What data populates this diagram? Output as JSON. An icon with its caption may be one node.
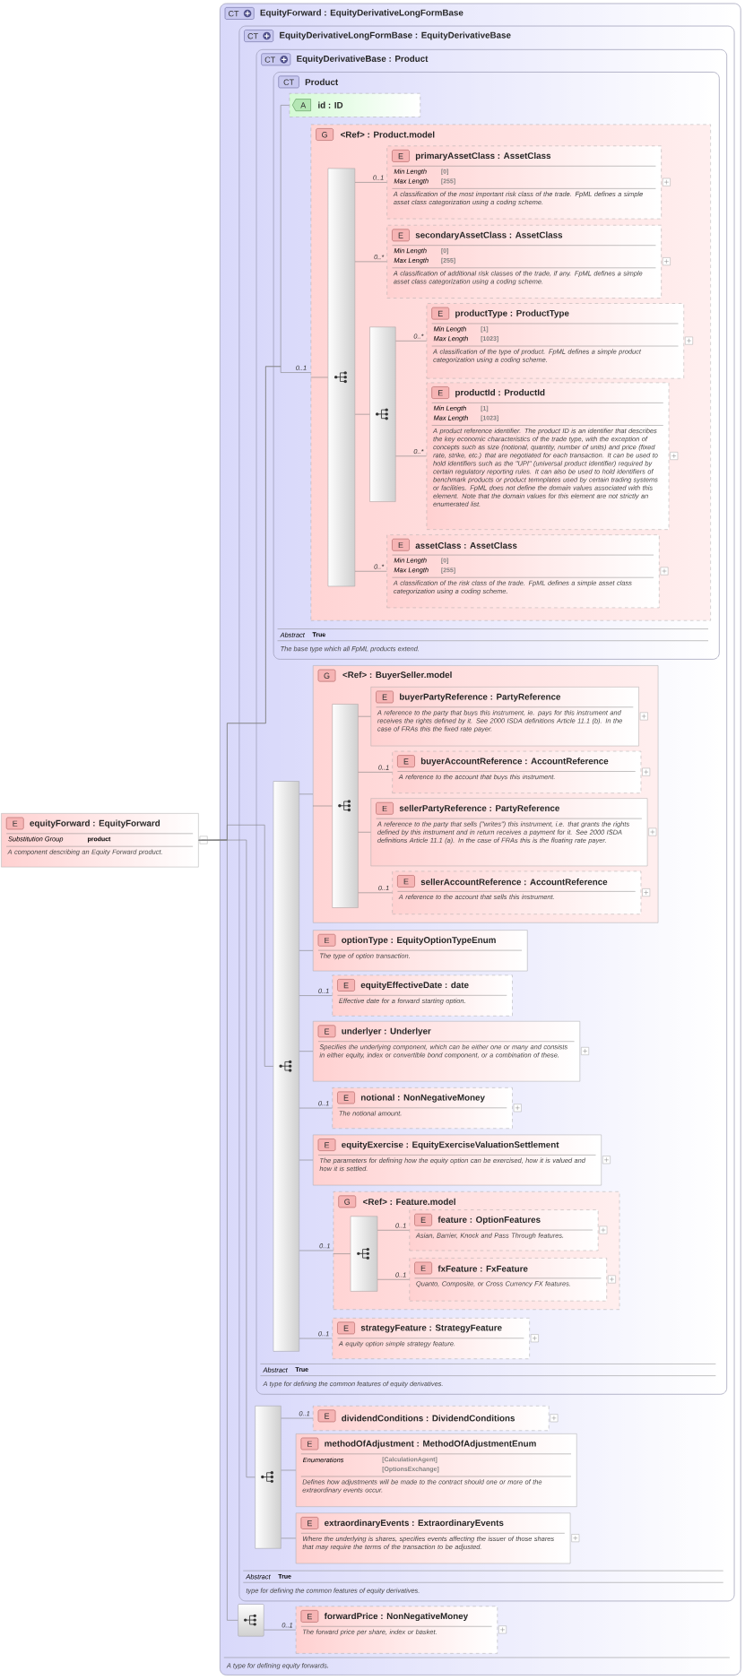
{
  "diagram": {
    "nodes": [
      {
        "text": [
          "E",
          "equityForward : EquityForward",
          "Substitution Group",
          "product",
          "A component describing an Equity Forward product."
        ]
      },
      {
        "text": [
          "CT",
          "EquityForward : EquityDerivativeLongFormBase",
          "A type for defining equity forwards."
        ]
      },
      {
        "text": [
          "CT",
          "EquityDerivativeLongFormBase : EquityDerivativeBase",
          "Abstract",
          "True",
          "type for defining the common features of equity derivatives."
        ],
        "in": 1
      },
      {
        "text": [
          "CT",
          "EquityDerivativeBase : Product",
          "Abstract",
          "True",
          "A type for defining the common features of equity derivatives."
        ],
        "in": 2
      },
      {
        "text": [
          "CT",
          "Product",
          "Abstract",
          "True",
          "The base type which all FpML products extend."
        ],
        "in": 3
      },
      {
        "text": [
          "A",
          "id : ID"
        ],
        "in": 4
      },
      {
        "text": [
          "G",
          "<Ref> : Product.model"
        ],
        "in": 4
      },
      {
        "text": [],
        "shape": "bar",
        "in": 6
      },
      {
        "text": [
          "E",
          "primaryAssetClass : AssetClass",
          "Min Length",
          "[0]",
          "Max Length",
          "[255]",
          "A classification of the most important risk class of the trade. FpML defines a simple asset class categorization using a coding scheme."
        ],
        "in": 6
      },
      {
        "text": [
          "E",
          "secondaryAssetClass : AssetClass",
          "Min Length",
          "[0]",
          "Max Length",
          "[255]",
          "A classification of additional risk classes of the trade, if any. FpML defines a simple asset class categorization using a coding scheme."
        ],
        "in": 6
      },
      {
        "text": [],
        "shape": "bar",
        "in": 6
      },
      {
        "text": [
          "E",
          "productType : ProductType",
          "Min Length",
          "[1]",
          "Max Length",
          "[1023]",
          "A classification of the type of product. FpML defines a simple product categorization using a coding scheme."
        ],
        "in": 6
      },
      {
        "text": [
          "E",
          "productId : ProductId",
          "Min Length",
          "[1]",
          "Max Length",
          "[1023]",
          "A product reference identifier. The product ID is an identifier that describes the key economic characteristics of the trade type, with the exception of concepts such as size (notional, quantity, number of units) and price (fixed rate, strike, etc.) that are negotiated for each transaction. It can be used to hold identifiers such as the \"UPI\" (universal product identifier) required by certain regulatory reporting rules. It can also be used to hold identifiers of benchmark products or product temnplates used by certain trading systems or facilities. FpML does not define the domain values associated with this element. Note that the domain values for this element are not strictly an enumerated list."
        ],
        "in": 6
      },
      {
        "text": [
          "E",
          "assetClass : AssetClass",
          "Min Length",
          "[0]",
          "Max Length",
          "[255]",
          "A classification of the risk class of the trade. FpML defines a simple asset class categorization using a coding scheme."
        ],
        "in": 6
      },
      {
        "text": [],
        "shape": "bar",
        "in": 3
      },
      {
        "text": [
          "G",
          "<Ref> : BuyerSeller.model"
        ],
        "in": 3
      },
      {
        "text": [],
        "shape": "bar",
        "in": 15
      },
      {
        "text": [
          "E",
          "buyerPartyReference : PartyReference",
          "A reference to the party that buys this instrument, ie. pays for this instrument and receives the rights defined by it. See 2000 ISDA definitions Article 11.1 (b). In the case of FRAs this the fixed rate payer."
        ],
        "in": 15
      },
      {
        "text": [
          "E",
          "buyerAccountReference : AccountReference",
          "A reference to the account that buys this instrument."
        ],
        "in": 15
      },
      {
        "text": [
          "E",
          "sellerPartyReference : PartyReference",
          "A reference to the party that sells (\"writes\") this instrument, i.e. that grants the rights defined by this instrument and in return receives a payment for it. See 2000 ISDA definitions Article 11.1 (a). In the case of FRAs this is the floating rate payer."
        ],
        "in": 15
      },
      {
        "text": [
          "E",
          "sellerAccountReference : AccountReference",
          "A reference to the account that sells this instrument."
        ],
        "in": 15
      },
      {
        "text": [
          "E",
          "optionType : EquityOptionTypeEnum",
          "The type of option transaction."
        ],
        "in": 3
      },
      {
        "text": [
          "E",
          "equityEffectiveDate : date",
          "Effective date for a forward starting option."
        ],
        "in": 3
      },
      {
        "text": [
          "E",
          "underlyer : Underlyer",
          "Specifies the underlying component, which can be either one or many and consists in either equity, index or convertible bond component, or a combination of these."
        ],
        "in": 3
      },
      {
        "text": [
          "E",
          "notional : NonNegativeMoney",
          "The notional amount."
        ],
        "in": 3
      },
      {
        "text": [
          "E",
          "equityExercise : EquityExerciseValuationSettlement",
          "The parameters for defining how the equity option can be exercised, how it is valued and how it is settled."
        ],
        "in": 3
      },
      {
        "text": [
          "G",
          "<Ref> : Feature.model"
        ],
        "in": 3
      },
      {
        "text": [],
        "shape": "bar",
        "in": 26
      },
      {
        "text": [
          "E",
          "feature : OptionFeatures",
          "Asian, Barrier, Knock and Pass Through features."
        ],
        "in": 26
      },
      {
        "text": [
          "E",
          "fxFeature : FxFeature",
          "Quanto, Composite, or Cross Currency FX features."
        ],
        "in": 26
      },
      {
        "text": [
          "E",
          "strategyFeature : StrategyFeature",
          "A equity option simple strategy feature."
        ],
        "in": 3
      },
      {
        "text": [],
        "shape": "bar",
        "in": 2
      },
      {
        "text": [
          "E",
          "dividendConditions : DividendConditions"
        ],
        "in": 2
      },
      {
        "text": [
          "E",
          "methodOfAdjustment : MethodOfAdjustmentEnum",
          "Enumerations",
          "[CalculationAgent]",
          "[OptionsExchange]",
          "Defines how adjustments will be made to the contract should one or more of the extraordinary events occur."
        ],
        "in": 2
      },
      {
        "text": [
          "E",
          "extraordinaryEvents : ExtraordinaryEvents",
          "Where the underlying is shares, specifies events affecting the issuer of those shares that may require the terms of the transaction to be adjusted."
        ],
        "in": 2
      },
      {
        "text": [],
        "shape": "box",
        "in": 1
      },
      {
        "text": [
          "E",
          "forwardPrice : NonNegativeMoney",
          "The forward price per share, index or basket."
        ],
        "in": 1
      }
    ],
    "edges": [
      {
        "from": 0,
        "to": 5,
        "arrow": "none"
      },
      {
        "from": 0,
        "to": 6,
        "arrow": "none",
        "label": "0..1"
      },
      {
        "from": 0,
        "to": 14,
        "arrow": "none"
      },
      {
        "from": 0,
        "to": 31,
        "arrow": "none"
      },
      {
        "from": 0,
        "to": 35,
        "arrow": "none"
      },
      {
        "from": 6,
        "to": 7,
        "arrow": "none"
      },
      {
        "from": 7,
        "to": 8,
        "arrow": "none",
        "label": "0..1"
      },
      {
        "from": 7,
        "to": 9,
        "arrow": "none",
        "label": "0..*"
      },
      {
        "from": 7,
        "to": 10,
        "arrow": "none"
      },
      {
        "from": 7,
        "to": 13,
        "arrow": "none",
        "label": "0..*"
      },
      {
        "from": 10,
        "to": 11,
        "arrow": "none",
        "label": "0..*"
      },
      {
        "from": 10,
        "to": 12,
        "arrow": "none",
        "label": "0..*"
      },
      {
        "from": 14,
        "to": 15,
        "arrow": "none"
      },
      {
        "from": 15,
        "to": 16,
        "arrow": "none"
      },
      {
        "from": 16,
        "to": 17,
        "arrow": "none"
      },
      {
        "from": 16,
        "to": 18,
        "arrow": "none",
        "label": "0..1"
      },
      {
        "from": 16,
        "to": 19,
        "arrow": "none"
      },
      {
        "from": 16,
        "to": 20,
        "arrow": "none",
        "label": "0..1"
      },
      {
        "from": 14,
        "to": 21,
        "arrow": "none"
      },
      {
        "from": 14,
        "to": 22,
        "arrow": "none",
        "label": "0..1"
      },
      {
        "from": 14,
        "to": 23,
        "arrow": "none"
      },
      {
        "from": 14,
        "to": 24,
        "arrow": "none",
        "label": "0..1"
      },
      {
        "from": 14,
        "to": 25,
        "arrow": "none"
      },
      {
        "from": 14,
        "to": 26,
        "arrow": "none",
        "label": "0..1"
      },
      {
        "from": 26,
        "to": 27,
        "arrow": "none"
      },
      {
        "from": 27,
        "to": 28,
        "arrow": "none",
        "label": "0..1"
      },
      {
        "from": 27,
        "to": 29,
        "arrow": "none",
        "label": "0..1"
      },
      {
        "from": 14,
        "to": 30,
        "arrow": "none",
        "label": "0..1"
      },
      {
        "from": 31,
        "to": 32,
        "arrow": "none",
        "label": "0..1"
      },
      {
        "from": 31,
        "to": 33,
        "arrow": "none"
      },
      {
        "from": 31,
        "to": 34,
        "arrow": "none"
      },
      {
        "from": 35,
        "to": 36,
        "arrow": "none",
        "label": "0..1"
      }
    ]
  }
}
